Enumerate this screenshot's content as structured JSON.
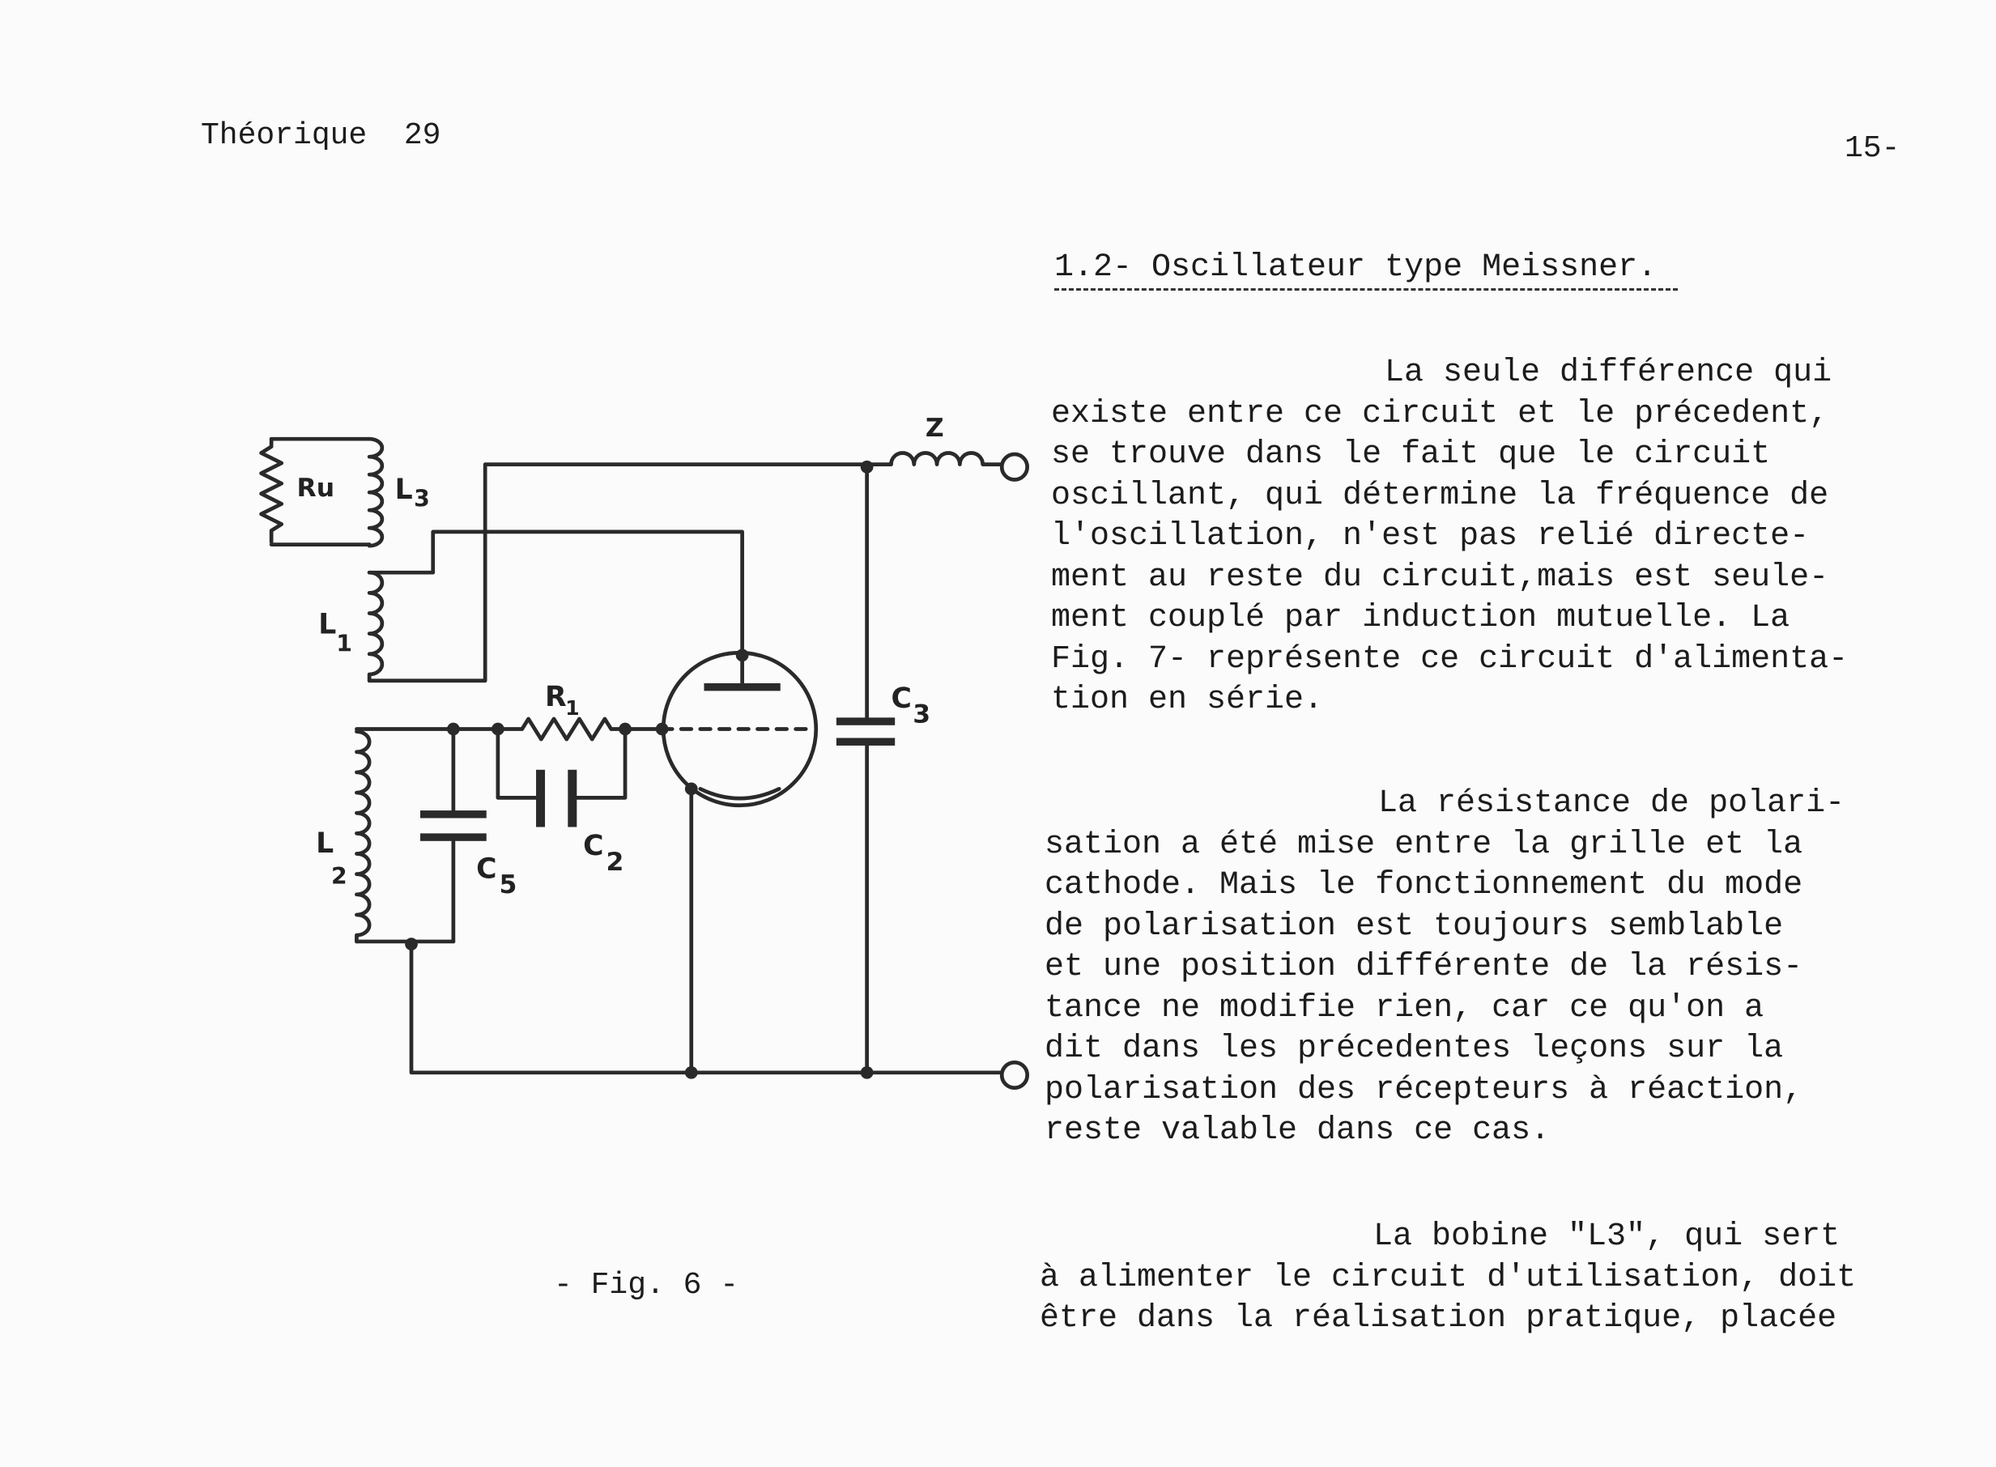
{
  "header": {
    "left": "Théorique  29",
    "right": "15-"
  },
  "section_title": "1.2- Oscillateur type Meissner.",
  "paragraphs": [
    {
      "lines": [
        "La seule différence qui",
        "existe entre ce circuit et le précedent,",
        "se trouve dans le fait que le circuit",
        "oscillant, qui détermine la fréquence de",
        "l'oscillation, n'est pas relié directe-",
        "ment au reste du circuit,mais est seule-",
        "ment couplé par induction mutuelle. La",
        "Fig. 7- représente ce circuit d'alimenta-",
        "tion en série."
      ]
    },
    {
      "lines": [
        "La résistance de polari-",
        "sation a été mise entre la grille et la",
        "cathode. Mais le fonctionnement du mode",
        "de polarisation est toujours semblable",
        "et une position différente de la résis-",
        "tance ne modifie rien, car ce qu'on a",
        "dit dans les précedentes leçons sur la",
        "polarisation des récepteurs à réaction,",
        "reste valable dans ce cas."
      ]
    },
    {
      "lines": [
        "La bobine \"L3\", qui sert",
        "à alimenter le circuit d'utilisation, doit",
        "être dans la réalisation pratique, placée"
      ]
    }
  ],
  "figure": {
    "caption": "- Fig. 6 -",
    "labels": {
      "ru": "Ru",
      "l3": "L",
      "l3_sub": "3",
      "l1": "L",
      "l1_sub": "1",
      "l2": "L",
      "l2_sub": "2",
      "r1": "R",
      "r1_sub": "1",
      "c2": "C",
      "c2_sub": "2",
      "c3": "C",
      "c3_sub": "3",
      "c5": "C",
      "c5_sub": "5",
      "z": "Z"
    }
  }
}
